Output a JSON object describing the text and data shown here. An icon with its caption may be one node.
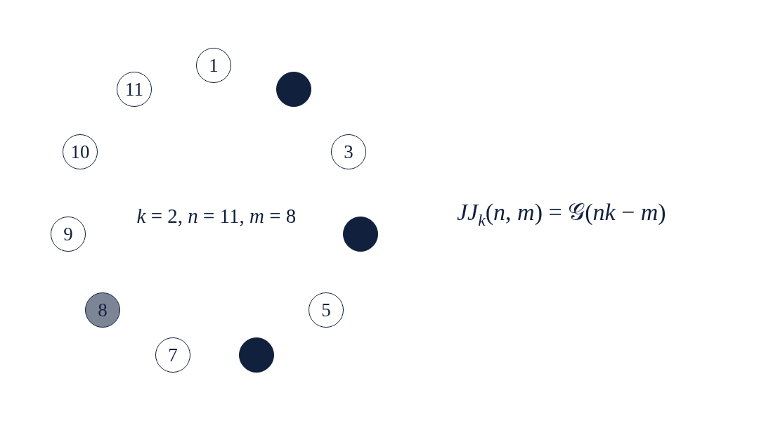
{
  "diagram": {
    "nodes": [
      {
        "text": [
          "1"
        ]
      },
      {
        "text": [],
        "shape": "circle"
      },
      {
        "text": [
          "3"
        ]
      },
      {
        "text": [],
        "shape": "circle"
      },
      {
        "text": [
          "5"
        ]
      },
      {
        "text": [],
        "shape": "circle"
      },
      {
        "text": [
          "7"
        ]
      },
      {
        "text": [
          "8"
        ]
      },
      {
        "text": [
          "9"
        ]
      },
      {
        "text": [
          "10"
        ]
      },
      {
        "text": [
          "11"
        ]
      }
    ],
    "labels": [
      "*k* = 2, *n* = 11, *m* = 8",
      "*JJ*$_{k}$(*n*, *m*) = 𝒢(*nk* − *m*)"
    ]
  }
}
